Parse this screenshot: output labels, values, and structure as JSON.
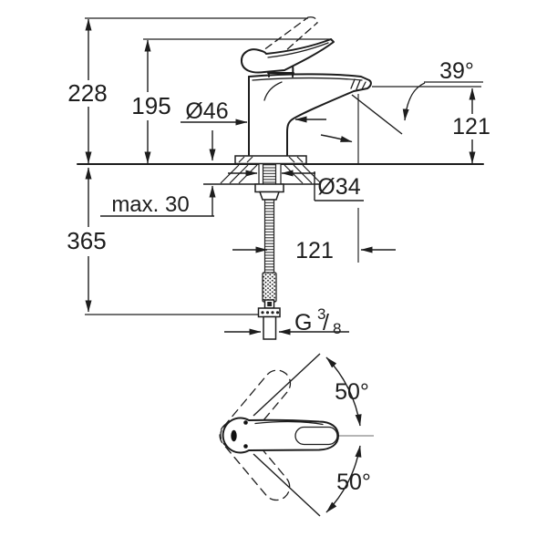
{
  "labels": {
    "overall_height": "228",
    "lever_height": "195",
    "body_diameter": "Ø46",
    "spout_angle": "39°",
    "spout_height": "121",
    "max_counter_thickness": "max. 30",
    "hole_diameter": "Ø34",
    "below_counter_length": "365",
    "spout_reach": "121",
    "swivel_angle_upper": "50°",
    "swivel_angle_lower": "50°",
    "thread_prefix": "G",
    "thread_numerator": "3",
    "thread_slash": "/",
    "thread_denominator": "8"
  },
  "colors": {
    "line": "#1d1d1d",
    "background": "#ffffff",
    "centerline": "#6b6b6b"
  }
}
